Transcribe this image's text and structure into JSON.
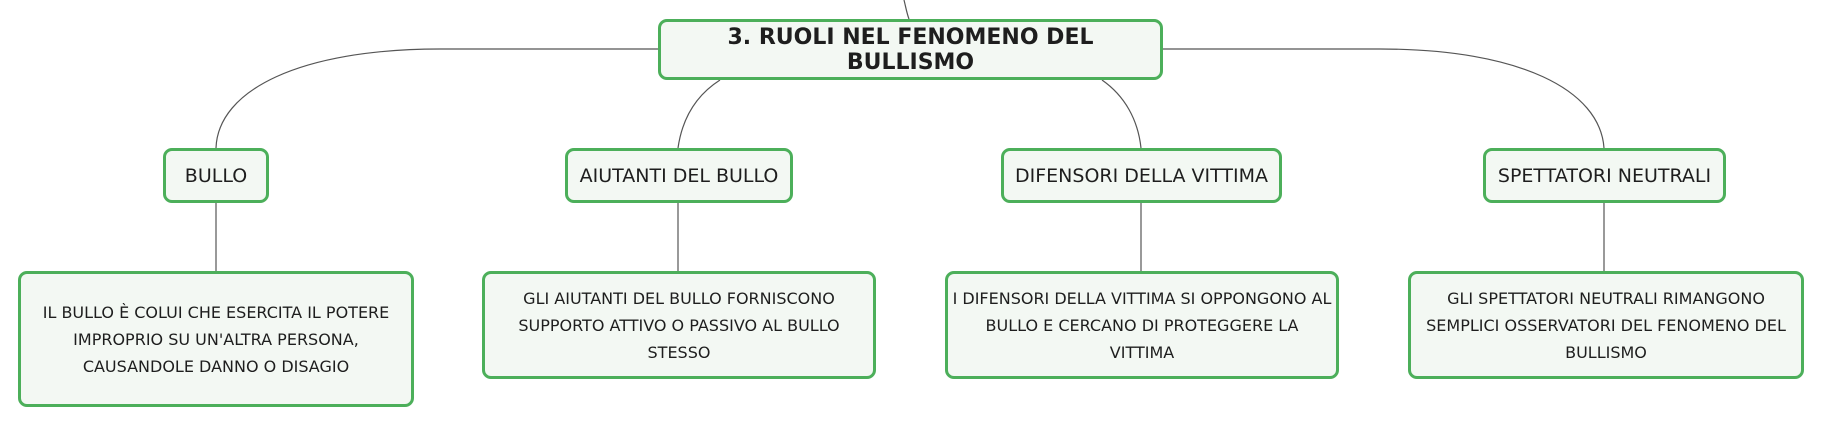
{
  "root": {
    "label": "3. RUOLI NEL FENOMENO DEL BULLISMO"
  },
  "branches": [
    {
      "role": "BULLO",
      "description": "IL BULLO È COLUI CHE ESERCITA IL POTERE IMPROPRIO SU UN'ALTRA PERSONA, CAUSANDOLE DANNO O DISAGIO"
    },
    {
      "role": "AIUTANTI DEL BULLO",
      "description": "GLI AIUTANTI DEL BULLO FORNISCONO SUPPORTO ATTIVO O PASSIVO AL BULLO STESSO"
    },
    {
      "role": "DIFENSORI DELLA VITTIMA",
      "description": "I DIFENSORI DELLA VITTIMA SI OPPONGONO AL BULLO E CERCANO DI PROTEGGERE LA VITTIMA"
    },
    {
      "role": "SPETTATORI NEUTRALI",
      "description": "GLI SPETTATORI NEUTRALI RIMANGONO SEMPLICI OSSERVATORI DEL FENOMENO DEL BULLISMO"
    }
  ],
  "colors": {
    "node_border": "#4caf5a",
    "node_fill": "#f3f8f3",
    "connector": "#555555"
  }
}
